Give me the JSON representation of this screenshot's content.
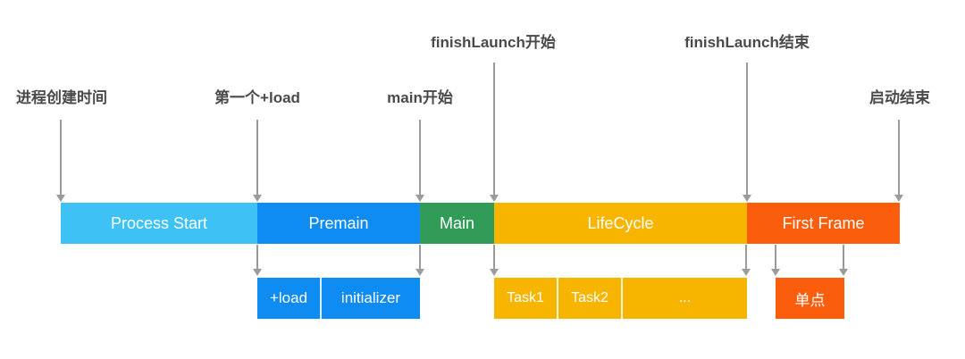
{
  "markers": {
    "process_created": {
      "label": "进程创建时间"
    },
    "first_load": {
      "label": "第一个+load"
    },
    "main_start": {
      "label": "main开始"
    },
    "finish_launch_start": {
      "label": "finishLaunch开始"
    },
    "finish_launch_end": {
      "label": "finishLaunch结束"
    },
    "launch_end": {
      "label": "启动结束"
    }
  },
  "timeline": {
    "segments": [
      {
        "label": "Process Start",
        "color": "#3EC1F4"
      },
      {
        "label": "Premain",
        "color": "#0F8CF2"
      },
      {
        "label": "Main",
        "color": "#319C58"
      },
      {
        "label": "LifeCycle",
        "color": "#F7B500"
      },
      {
        "label": "First Frame",
        "color": "#FA5D0C"
      }
    ]
  },
  "subbars": {
    "premain_detail": {
      "color": "#0F8CF2",
      "segments": [
        {
          "label": "+load"
        },
        {
          "label": "initializer"
        }
      ]
    },
    "lifecycle_detail": {
      "color": "#F7B500",
      "segments": [
        {
          "label": "Task1"
        },
        {
          "label": "Task2"
        },
        {
          "label": "..."
        }
      ]
    },
    "first_frame_detail": {
      "color": "#FA5D0C",
      "segments": [
        {
          "label": "单点"
        }
      ]
    }
  },
  "colors": {
    "arrow": "#9B9B9B",
    "label_text": "#4A4A4A",
    "bar_text": "#FFFFFF",
    "background": "#FFFFFF"
  }
}
